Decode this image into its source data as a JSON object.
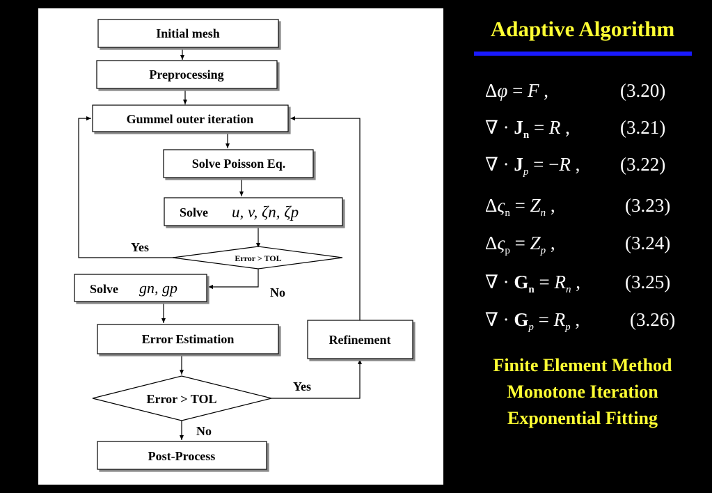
{
  "title": "Adaptive Algorithm",
  "colors": {
    "title": "#ffff33",
    "rule": "#1a1aff",
    "background": "#000000",
    "panel": "#ffffff"
  },
  "flowchart": {
    "initial_mesh": "Initial mesh",
    "preprocessing": "Preprocessing",
    "gummel": "Gummel outer iteration",
    "solve_poisson": "Solve Poisson Eq.",
    "solve_label": "Solve",
    "solve_vars": "u, v, ζn, ζp",
    "inner_error": "Error > TOL",
    "inner_yes": "Yes",
    "inner_no": "No",
    "solve_g_label": "Solve",
    "solve_g_vars": "gn, gp",
    "error_estimation": "Error Estimation",
    "refinement": "Refinement",
    "outer_error": "Error > TOL",
    "outer_yes": "Yes",
    "outer_no": "No",
    "post_process": "Post-Process"
  },
  "equations": [
    {
      "text": "Δφ = F ,",
      "number": "(3.20)"
    },
    {
      "text": "∇·Jn = R ,",
      "number": "(3.21)"
    },
    {
      "text": "∇·Jp = −R ,",
      "number": "(3.22)"
    },
    {
      "text": "Δςn = Zn ,",
      "number": "(3.23)"
    },
    {
      "text": "Δςp = Zp ,",
      "number": "(3.24)"
    },
    {
      "text": "∇·Gn = Rn ,",
      "number": "(3.25)"
    },
    {
      "text": "∇·Gp = Rp ,",
      "number": "(3.26)"
    }
  ],
  "methods": [
    "Finite Element Method",
    "Monotone Iteration",
    "Exponential Fitting"
  ]
}
